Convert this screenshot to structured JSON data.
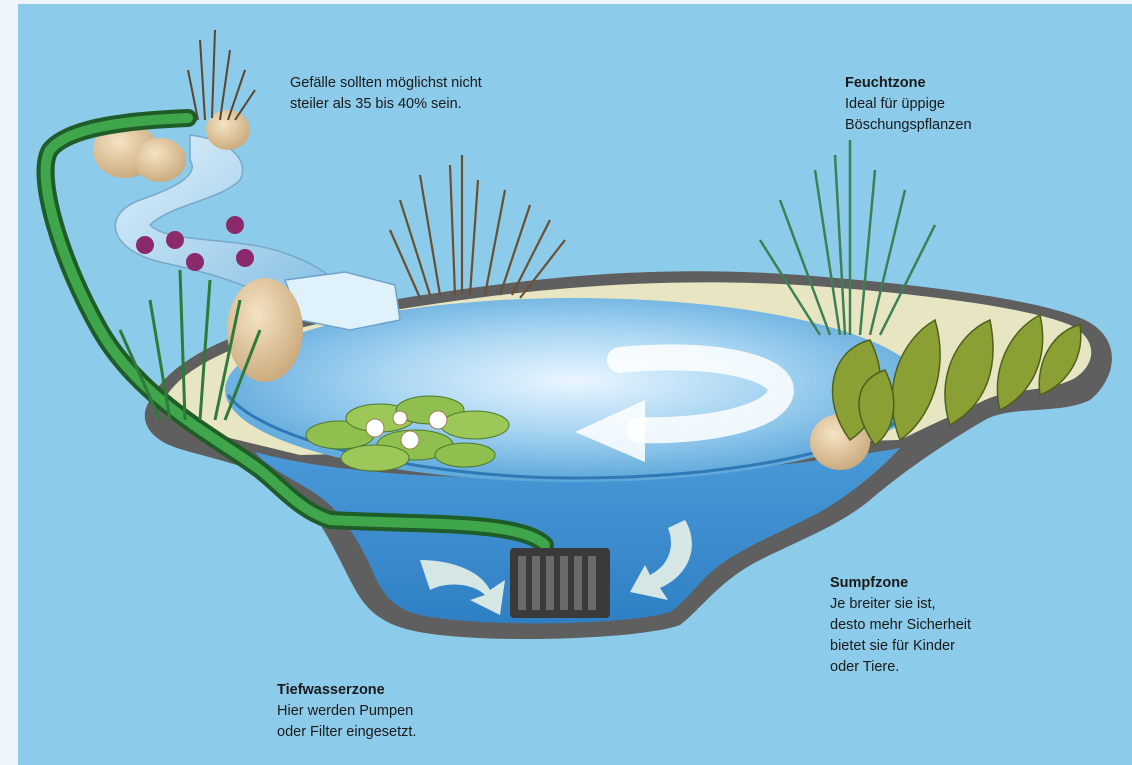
{
  "background_color": "#8ccbe9",
  "labels": {
    "gradient": {
      "body": "Gefälle sollten möglichst nicht\nsteiler als 35 bis 40% sein."
    },
    "wet_zone": {
      "title": "Feuchtzone",
      "body": "Ideal für üppige\nBöschungspflanzen"
    },
    "swamp_zone": {
      "title": "Sumpfzone",
      "body": "Je breiter sie ist,\ndesto mehr Sicherheit\nbietet sie für Kinder\noder Tiere."
    },
    "deep_zone": {
      "title": "Tiefwasserzone",
      "body": "Hier werden Pumpen\noder Filter eingesetzt."
    }
  },
  "colors": {
    "water_surface": "#5aa7d8",
    "water_deep": "#3f8fd0",
    "liner": "#5a5a5a",
    "bank": "#e8e6c2",
    "hose": "#2e8a3a",
    "pump": "#3a3a3a"
  }
}
